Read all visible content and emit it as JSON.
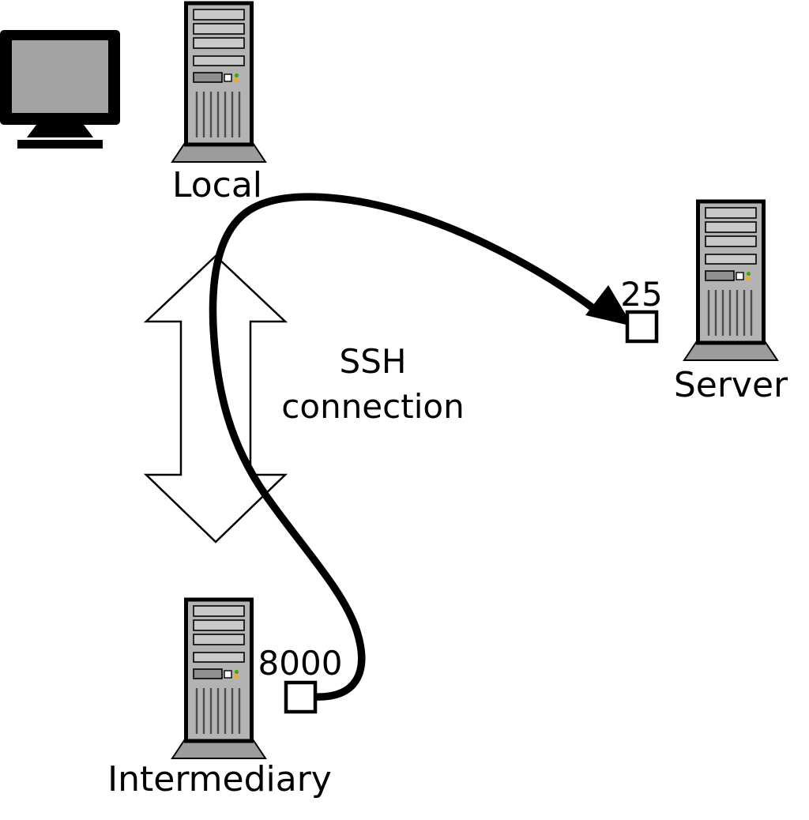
{
  "diagram": {
    "nodes": {
      "local": {
        "label": "Local"
      },
      "server": {
        "label": "Server"
      },
      "intermediary": {
        "label": "Intermediary"
      }
    },
    "ports": {
      "server": {
        "label": "25"
      },
      "intermediary": {
        "label": "8000"
      }
    },
    "ssh_connection": {
      "line1": "SSH",
      "line2": "connection"
    },
    "icons": {
      "monitor": "monitor-icon",
      "local_computer": "computer-tower-icon",
      "server_computer": "computer-tower-icon",
      "intermediary_computer": "computer-tower-icon",
      "double_arrow": "double-headed-arrow-icon",
      "tunnel_arrowhead": "arrowhead-icon"
    },
    "colors": {
      "background": "#ffffff",
      "outline": "#000000",
      "tower_body": "#b3b3b3",
      "tower_base": "#9c9c9c",
      "tower_slot": "#c8c8c8",
      "monitor_screen": "#a3a3a3",
      "led_green": "#44aa00",
      "led_amber": "#ffaa00",
      "port_box_fill": "#ffffff",
      "arrow_fill": "#ffffff",
      "tunnel_line": "#000000"
    }
  }
}
